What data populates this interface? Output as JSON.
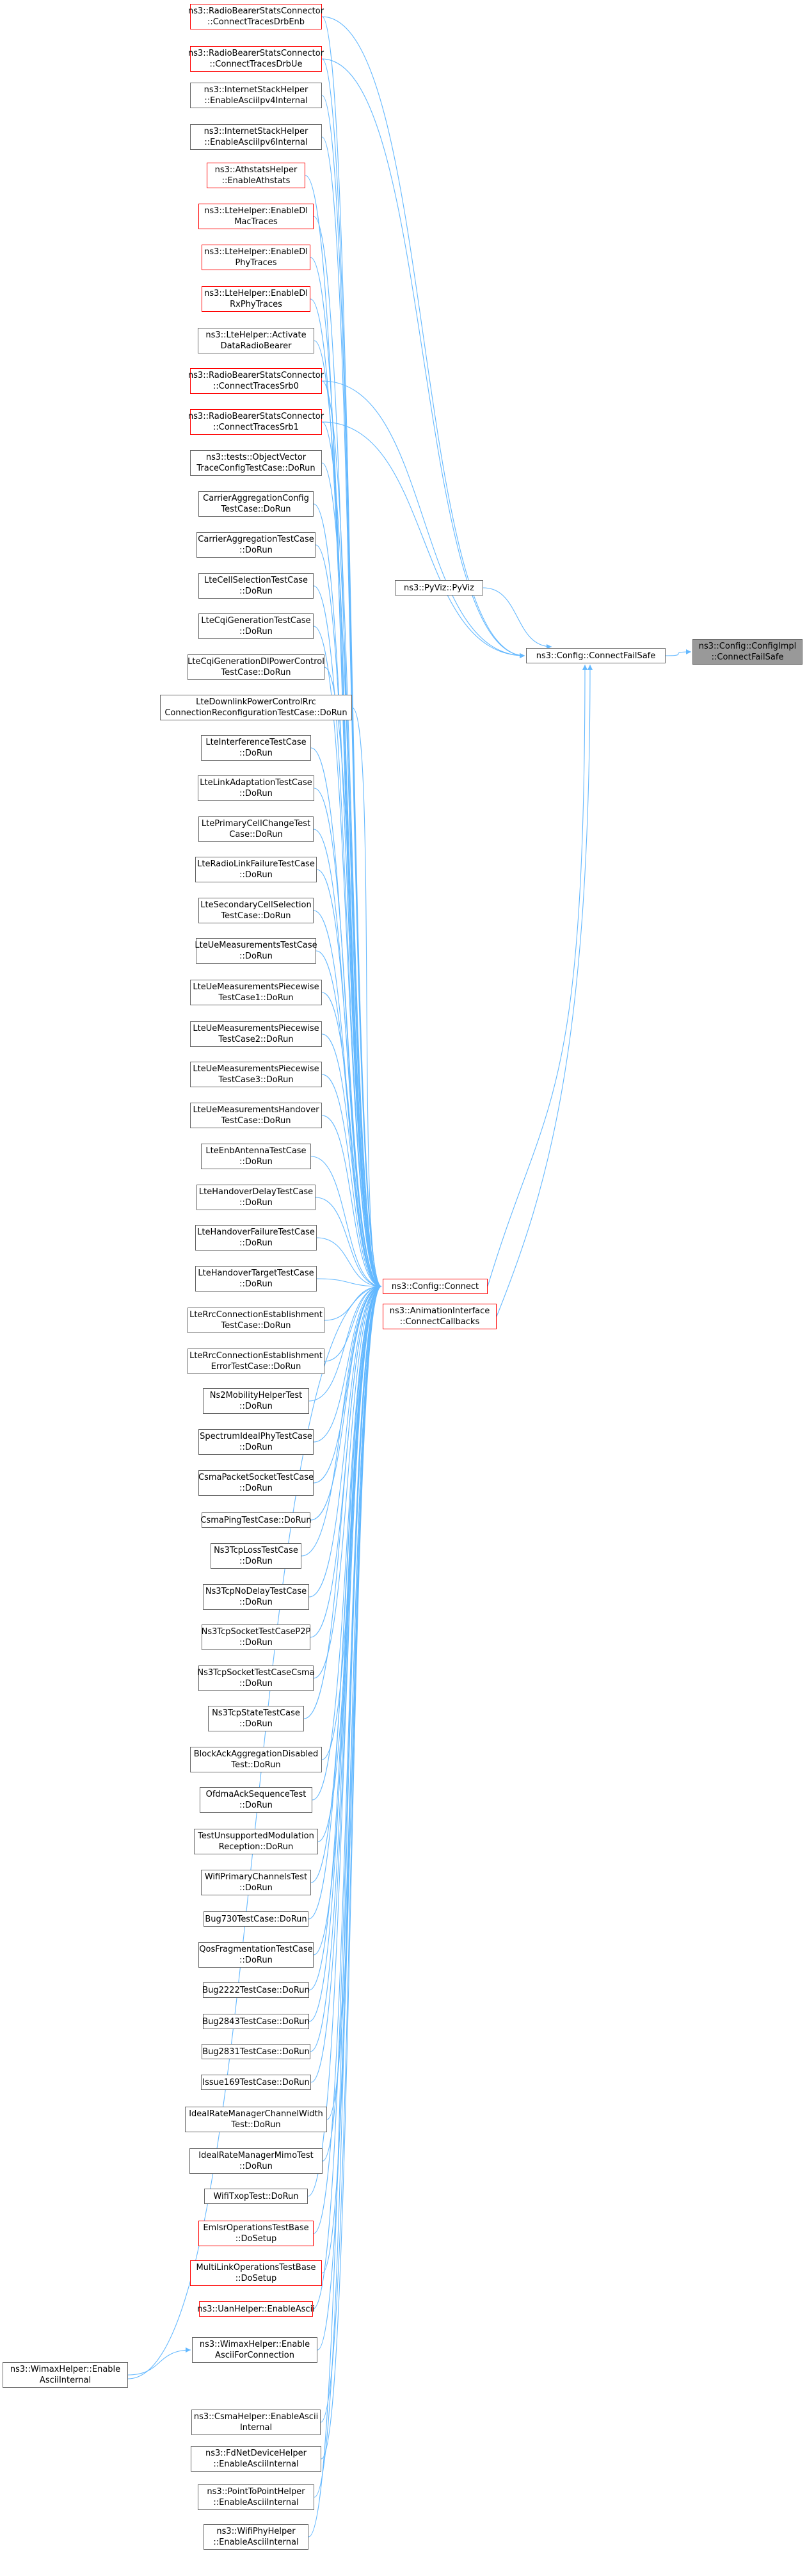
{
  "colors": {
    "edge": "#63b8ff",
    "node_border": "#666666",
    "node_border_red": "#ff0000",
    "root_fill": "#999999"
  },
  "root": {
    "label": "ns3::Config::ConfigImpl\n::ConnectFailSafe"
  },
  "hub_failsafe": {
    "label": "ns3::Config::ConnectFailSafe"
  },
  "pyviz": {
    "label": "ns3::PyViz::PyViz"
  },
  "hub_connect": {
    "label": "ns3::Config::Connect"
  },
  "animation": {
    "label": "ns3::AnimationInterface\n::ConnectCallbacks"
  },
  "wimax_internal": {
    "label": "ns3::WimaxHelper::Enable\nAsciiInternal"
  },
  "wimax_ascii": {
    "label": "ns3::WimaxHelper::Enable\nAsciiForConnection"
  },
  "callers": [
    {
      "label": "ns3::RadioBearerStatsConnector\n::ConnectTracesDrbEnb",
      "style": "red",
      "target": "both"
    },
    {
      "label": "ns3::RadioBearerStatsConnector\n::ConnectTracesDrbUe",
      "style": "red",
      "target": "both"
    },
    {
      "label": "ns3::InternetStackHelper\n::EnableAsciiIpv4Internal",
      "style": "normal",
      "target": "connect"
    },
    {
      "label": "ns3::InternetStackHelper\n::EnableAsciiIpv6Internal",
      "style": "normal",
      "target": "connect"
    },
    {
      "label": "ns3::AthstatsHelper\n::EnableAthstats",
      "style": "red",
      "target": "connect"
    },
    {
      "label": "ns3::LteHelper::EnableDl\nMacTraces",
      "style": "red",
      "target": "connect"
    },
    {
      "label": "ns3::LteHelper::EnableDl\nPhyTraces",
      "style": "red",
      "target": "connect"
    },
    {
      "label": "ns3::LteHelper::EnableDl\nRxPhyTraces",
      "style": "red",
      "target": "connect"
    },
    {
      "label": "ns3::LteHelper::Activate\nDataRadioBearer",
      "style": "normal",
      "target": "connect"
    },
    {
      "label": "ns3::RadioBearerStatsConnector\n::ConnectTracesSrb0",
      "style": "red",
      "target": "both"
    },
    {
      "label": "ns3::RadioBearerStatsConnector\n::ConnectTracesSrb1",
      "style": "red",
      "target": "both"
    },
    {
      "label": "ns3::tests::ObjectVector\nTraceConfigTestCase::DoRun",
      "style": "normal",
      "target": "connect"
    },
    {
      "label": "CarrierAggregationConfig\nTestCase::DoRun",
      "style": "normal",
      "target": "connect"
    },
    {
      "label": "CarrierAggregationTestCase\n::DoRun",
      "style": "normal",
      "target": "connect"
    },
    {
      "label": "LteCellSelectionTestCase\n::DoRun",
      "style": "normal",
      "target": "connect"
    },
    {
      "label": "LteCqiGenerationTestCase\n::DoRun",
      "style": "normal",
      "target": "connect"
    },
    {
      "label": "LteCqiGenerationDlPowerControl\nTestCase::DoRun",
      "style": "normal",
      "target": "connect"
    },
    {
      "label": "LteDownlinkPowerControlRrc\nConnectionReconfigurationTestCase::DoRun",
      "style": "normal",
      "target": "connect"
    },
    {
      "label": "LteInterferenceTestCase\n::DoRun",
      "style": "normal",
      "target": "connect"
    },
    {
      "label": "LteLinkAdaptationTestCase\n::DoRun",
      "style": "normal",
      "target": "connect"
    },
    {
      "label": "LtePrimaryCellChangeTest\nCase::DoRun",
      "style": "normal",
      "target": "connect"
    },
    {
      "label": "LteRadioLinkFailureTestCase\n::DoRun",
      "style": "normal",
      "target": "connect"
    },
    {
      "label": "LteSecondaryCellSelection\nTestCase::DoRun",
      "style": "normal",
      "target": "connect"
    },
    {
      "label": "LteUeMeasurementsTestCase\n::DoRun",
      "style": "normal",
      "target": "connect"
    },
    {
      "label": "LteUeMeasurementsPiecewise\nTestCase1::DoRun",
      "style": "normal",
      "target": "connect"
    },
    {
      "label": "LteUeMeasurementsPiecewise\nTestCase2::DoRun",
      "style": "normal",
      "target": "connect"
    },
    {
      "label": "LteUeMeasurementsPiecewise\nTestCase3::DoRun",
      "style": "normal",
      "target": "connect"
    },
    {
      "label": "LteUeMeasurementsHandover\nTestCase::DoRun",
      "style": "normal",
      "target": "connect"
    },
    {
      "label": "LteEnbAntennaTestCase\n::DoRun",
      "style": "normal",
      "target": "connect"
    },
    {
      "label": "LteHandoverDelayTestCase\n::DoRun",
      "style": "normal",
      "target": "connect"
    },
    {
      "label": "LteHandoverFailureTestCase\n::DoRun",
      "style": "normal",
      "target": "connect"
    },
    {
      "label": "LteHandoverTargetTestCase\n::DoRun",
      "style": "normal",
      "target": "connect"
    },
    {
      "label": "LteRrcConnectionEstablishment\nTestCase::DoRun",
      "style": "normal",
      "target": "connect"
    },
    {
      "label": "LteRrcConnectionEstablishment\nErrorTestCase::DoRun",
      "style": "normal",
      "target": "connect"
    },
    {
      "label": "Ns2MobilityHelperTest\n::DoRun",
      "style": "normal",
      "target": "connect"
    },
    {
      "label": "SpectrumIdealPhyTestCase\n::DoRun",
      "style": "normal",
      "target": "connect"
    },
    {
      "label": "CsmaPacketSocketTestCase\n::DoRun",
      "style": "normal",
      "target": "connect"
    },
    {
      "label": "CsmaPingTestCase::DoRun",
      "style": "normal",
      "target": "connect"
    },
    {
      "label": "Ns3TcpLossTestCase\n::DoRun",
      "style": "normal",
      "target": "connect"
    },
    {
      "label": "Ns3TcpNoDelayTestCase\n::DoRun",
      "style": "normal",
      "target": "connect"
    },
    {
      "label": "Ns3TcpSocketTestCaseP2P\n::DoRun",
      "style": "normal",
      "target": "connect"
    },
    {
      "label": "Ns3TcpSocketTestCaseCsma\n::DoRun",
      "style": "normal",
      "target": "connect"
    },
    {
      "label": "Ns3TcpStateTestCase\n::DoRun",
      "style": "normal",
      "target": "connect"
    },
    {
      "label": "BlockAckAggregationDisabled\nTest::DoRun",
      "style": "normal",
      "target": "connect"
    },
    {
      "label": "OfdmaAckSequenceTest\n::DoRun",
      "style": "normal",
      "target": "connect"
    },
    {
      "label": "TestUnsupportedModulation\nReception::DoRun",
      "style": "normal",
      "target": "connect"
    },
    {
      "label": "WifiPrimaryChannelsTest\n::DoRun",
      "style": "normal",
      "target": "connect"
    },
    {
      "label": "Bug730TestCase::DoRun",
      "style": "normal",
      "target": "connect"
    },
    {
      "label": "QosFragmentationTestCase\n::DoRun",
      "style": "normal",
      "target": "connect"
    },
    {
      "label": "Bug2222TestCase::DoRun",
      "style": "normal",
      "target": "connect"
    },
    {
      "label": "Bug2843TestCase::DoRun",
      "style": "normal",
      "target": "connect"
    },
    {
      "label": "Bug2831TestCase::DoRun",
      "style": "normal",
      "target": "connect"
    },
    {
      "label": "Issue169TestCase::DoRun",
      "style": "normal",
      "target": "connect"
    },
    {
      "label": "IdealRateManagerChannelWidth\nTest::DoRun",
      "style": "normal",
      "target": "connect"
    },
    {
      "label": "IdealRateManagerMimoTest\n::DoRun",
      "style": "normal",
      "target": "connect"
    },
    {
      "label": "WifiTxopTest::DoRun",
      "style": "normal",
      "target": "connect"
    },
    {
      "label": "EmlsrOperationsTestBase\n::DoSetup",
      "style": "red",
      "target": "connect"
    },
    {
      "label": "MultiLinkOperationsTestBase\n::DoSetup",
      "style": "red",
      "target": "connect"
    },
    {
      "label": "ns3::UanHelper::EnableAscii",
      "style": "red",
      "target": "connect"
    },
    {
      "label": "ns3::CsmaHelper::EnableAscii\nInternal",
      "style": "normal",
      "target": "connect"
    },
    {
      "label": "ns3::FdNetDeviceHelper\n::EnableAsciiInternal",
      "style": "normal",
      "target": "connect"
    },
    {
      "label": "ns3::PointToPointHelper\n::EnableAsciiInternal",
      "style": "normal",
      "target": "connect"
    },
    {
      "label": "ns3::WifiPhyHelper\n::EnableAsciiInternal",
      "style": "normal",
      "target": "connect"
    }
  ]
}
